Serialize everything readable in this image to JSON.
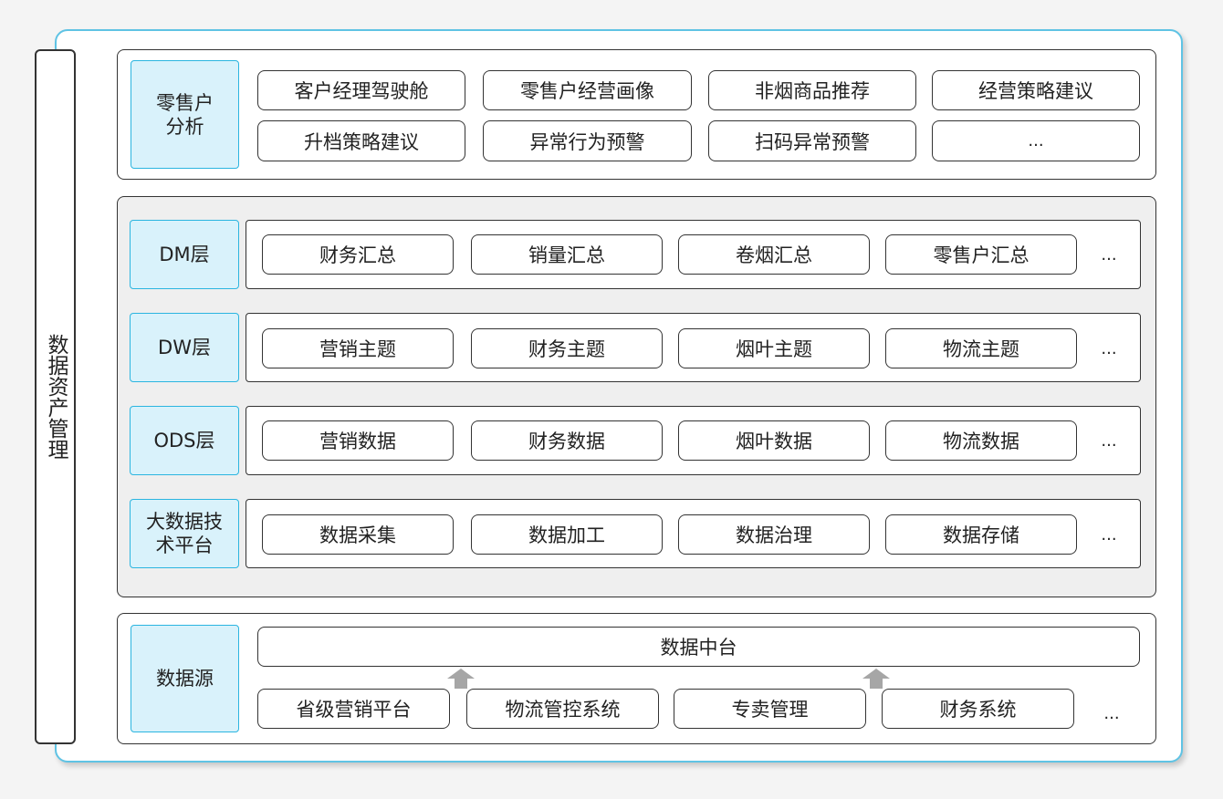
{
  "side_title": "数据资产管理",
  "retail": {
    "label": "零售户分析",
    "items": [
      "客户经理驾驶舱",
      "零售户经营画像",
      "非烟商品推荐",
      "经营策略建议",
      "升档策略建议",
      "异常行为预警",
      "扫码异常预警",
      "..."
    ]
  },
  "layers": [
    {
      "label": "DM层",
      "items": [
        "财务汇总",
        "销量汇总",
        "卷烟汇总",
        "零售户汇总"
      ],
      "more": "..."
    },
    {
      "label": "DW层",
      "items": [
        "营销主题",
        "财务主题",
        "烟叶主题",
        "物流主题"
      ],
      "more": "..."
    },
    {
      "label": "ODS层",
      "items": [
        "营销数据",
        "财务数据",
        "烟叶数据",
        "物流数据"
      ],
      "more": "..."
    },
    {
      "label": "大数据技术平台",
      "items": [
        "数据采集",
        "数据加工",
        "数据治理",
        "数据存储"
      ],
      "more": "..."
    }
  ],
  "source": {
    "label": "数据源",
    "hub": "数据中台",
    "items": [
      "省级营销平台",
      "物流管控系统",
      "专卖管理",
      "财务系统"
    ],
    "more": "..."
  },
  "colors": {
    "accent_border": "#2bb5e0",
    "label_fill": "#d9f2fb",
    "outer_border": "#5fc3e4",
    "arrow": "#a6a6a6"
  }
}
